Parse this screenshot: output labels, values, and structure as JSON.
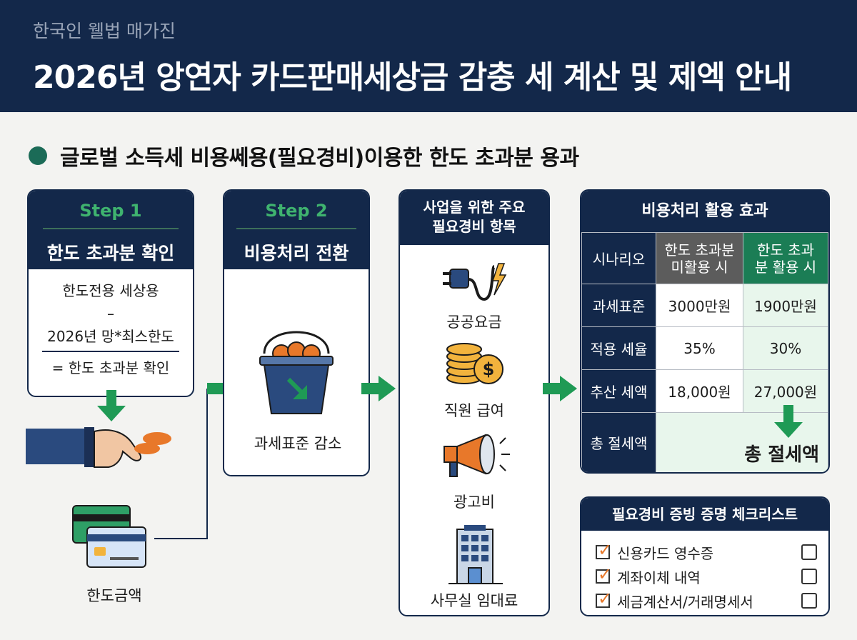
{
  "header": {
    "subtitle": "한국인 웰법 매가진",
    "title": "2026년 앙연자 카드판매세상금 감충 세 계산 및 제엑 안내"
  },
  "section": {
    "title": "글로벌 소득세 비용쎄용(필요경비)이용한 한도 초과분 용과"
  },
  "step1": {
    "label": "Step 1",
    "name": "한도 초과분 확인",
    "formula_line1": "한도전용 세상용",
    "formula_op": "–",
    "formula_line2": "2026년 망*최스한도",
    "formula_result": "= 한도 초과분 확인",
    "card_caption": "한도금액"
  },
  "step2": {
    "label": "Step 2",
    "name": "비용처리 전환",
    "caption": "과세표준 감소"
  },
  "expenses": {
    "title": "사업을 위한 주요 필요경비 항목",
    "items": [
      "공공요금",
      "직원 급여",
      "광고비",
      "사무실 임대료"
    ]
  },
  "effect": {
    "title": "비용처리 활용 효과",
    "col0": "시나리오",
    "col1": "한도 초과분 미활용 시",
    "col2": "한도 초과분 활용 시",
    "rows": [
      {
        "label": "과세표준",
        "a": "3000만원",
        "b": "1900만원"
      },
      {
        "label": "적용 세율",
        "a": "35%",
        "b": "30%"
      },
      {
        "label": "추산 세액",
        "a": "18,000원",
        "b": "27,000원"
      }
    ],
    "total_label": "총 절세액",
    "total_value": "총 절세액"
  },
  "checklist": {
    "title": "필요경비 증빙 증명 체크리스트",
    "items": [
      "신용카드 영수증",
      "계좌이체 내역",
      "세금계산서/거래명세서"
    ]
  },
  "colors": {
    "navy": "#13284a",
    "green": "#1f9a55",
    "accent": "#e8782a"
  }
}
